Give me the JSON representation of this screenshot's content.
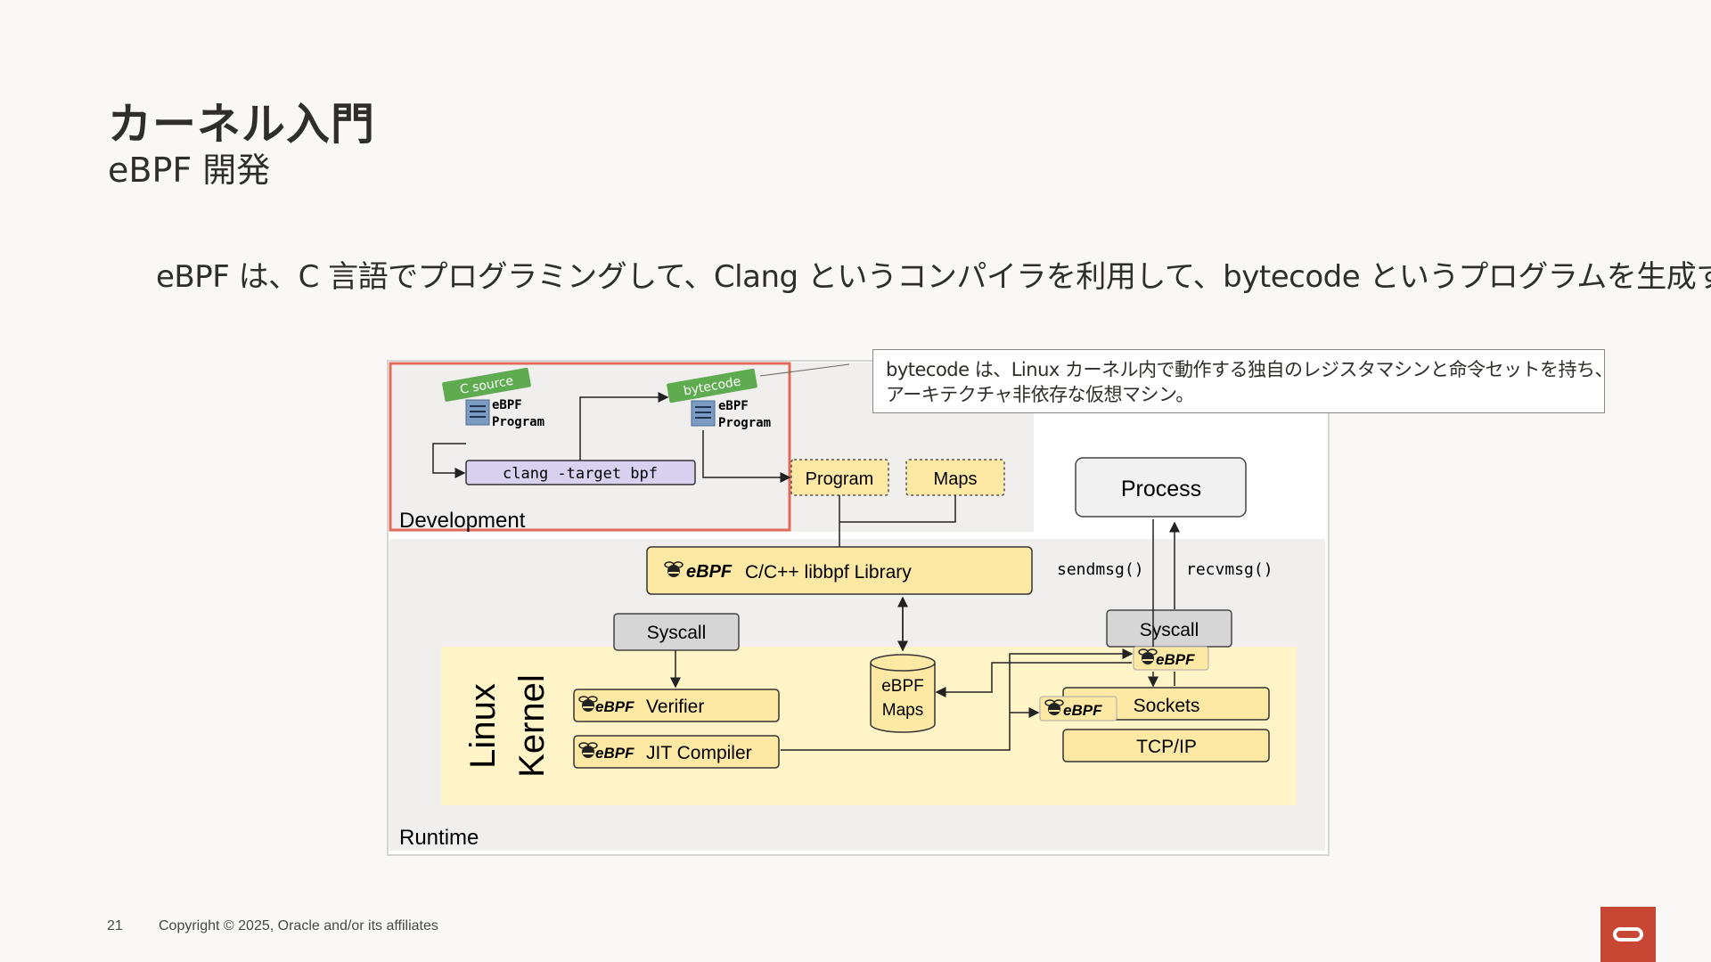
{
  "slide": {
    "title": "カーネル入門",
    "subtitle": "eBPF 開発",
    "lead": "eBPF は、C 言語でプログラミングして、Clang というコンパイラを利用して、bytecode というプログラムを生成する"
  },
  "callout": {
    "line1": "bytecode は、Linux カーネル内で動作する独自のレジスタマシンと命令セットを持ち、",
    "line2": "アーキテクチャ非依存な仮想マシン。"
  },
  "diagram": {
    "c_source_tag": "C source",
    "bytecode_tag": "bytecode",
    "ebpf_program_line1": "eBPF",
    "ebpf_program_line2": "Program",
    "clang_command": "clang -target bpf",
    "program_box": "Program",
    "maps_box": "Maps",
    "development_label": "Development",
    "process_box": "Process",
    "libbpf_box": "C/C++ libbpf Library",
    "ebpf_brand": "eBPF",
    "sendmsg": "sendmsg()",
    "recvmsg": "recvmsg()",
    "syscall": "Syscall",
    "linux_label": "Linux",
    "kernel_label": "Kernel",
    "verifier": "Verifier",
    "jit_compiler": "JIT Compiler",
    "ebpf_maps_line1": "eBPF",
    "ebpf_maps_line2": "Maps",
    "sockets": "Sockets",
    "tcpip": "TCP/IP",
    "runtime_label": "Runtime"
  },
  "footer": {
    "page_number": "21",
    "copyright": "Copyright © 2025, Oracle and/or its affiliates"
  },
  "colors": {
    "accent_red": "#c74634",
    "ebpf_yellow": "#fde8a4",
    "kernel_bg": "#fff3c8",
    "tag_green": "#5fab4f",
    "clang_purple": "#d9d1f0"
  }
}
